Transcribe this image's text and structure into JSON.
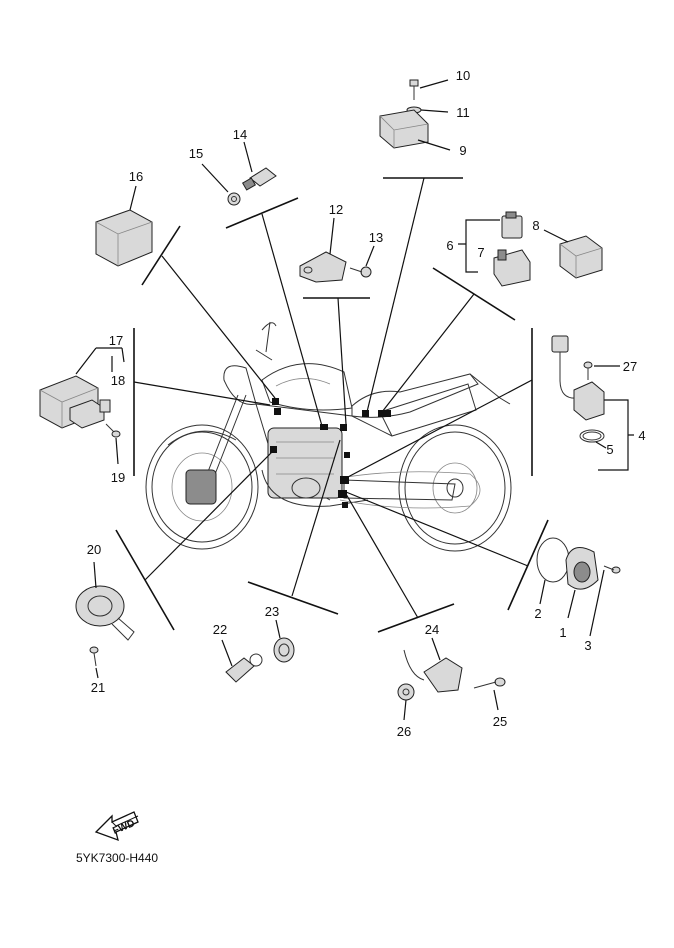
{
  "part_numbers": [
    "1",
    "2",
    "3",
    "4",
    "5",
    "6",
    "7",
    "8",
    "9",
    "10",
    "11",
    "12",
    "13",
    "14",
    "15",
    "16",
    "17",
    "18",
    "19",
    "20",
    "21",
    "22",
    "23",
    "24",
    "25",
    "26",
    "27"
  ],
  "direction_label": "FWD",
  "diagram_code": "5YK7300-H440"
}
